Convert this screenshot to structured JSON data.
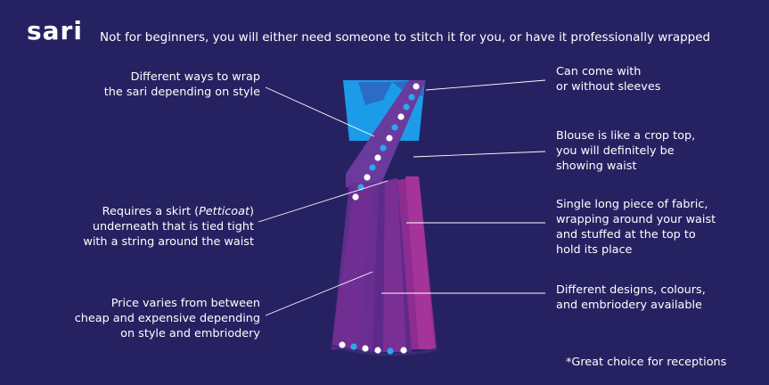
{
  "title": "sari",
  "subtitle": "Not for beginners, you will either need someone to stitch it for you, or have it professionally wrapped",
  "left_labels": [
    {
      "lines": [
        "Different ways to wrap",
        "the sari depending on style"
      ]
    },
    {
      "lines_rich": [
        [
          "Requires a skirt (",
          "Petticoat",
          ")"
        ],
        "underneath that is tied tight",
        "with a string around the waist"
      ]
    },
    {
      "lines": [
        "Price varies from between",
        "cheap and expensive depending",
        "on style and embriodery"
      ]
    }
  ],
  "right_labels": [
    {
      "lines": [
        "Can come with",
        "or without sleeves"
      ]
    },
    {
      "lines": [
        "Blouse is like a crop top,",
        "you will definitely be",
        "showing waist"
      ]
    },
    {
      "lines": [
        "Single long piece of fabric,",
        "wrapping around your waist",
        "and stuffed at the top to",
        "hold its place"
      ]
    },
    {
      "lines": [
        "Different designs, colours,",
        "and embriodery available"
      ]
    }
  ],
  "footnote": "*Great choice for receptions",
  "colors": {
    "background": "#262262",
    "blouse": "#1c9ce8",
    "blouse_shade": "#2a6cc6",
    "sari_light": "#8e2c91",
    "sari_dark": "#5e2a8a",
    "pallu": "#6a3a9c",
    "bead_white": "#ffffff",
    "bead_blue": "#29a8f0"
  }
}
